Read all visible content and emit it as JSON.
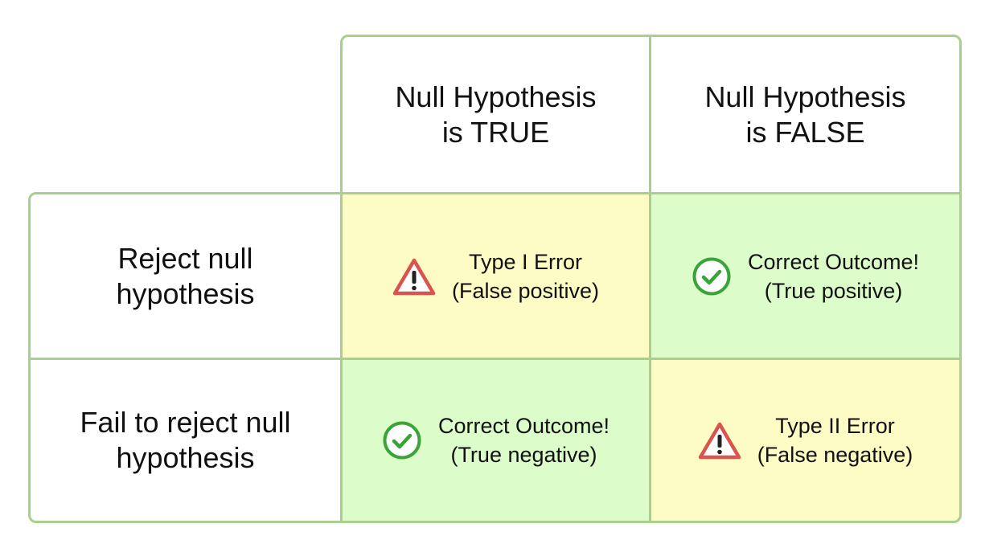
{
  "columns": [
    {
      "line1": "Null Hypothesis",
      "line2": "is TRUE"
    },
    {
      "line1": "Null Hypothesis",
      "line2": "is FALSE"
    }
  ],
  "rows": [
    {
      "line1": "Reject null",
      "line2": "hypothesis"
    },
    {
      "line1": "Fail to reject null",
      "line2": "hypothesis"
    }
  ],
  "cells": {
    "reject_true": {
      "title": "Type I Error",
      "subtitle": "(False positive)",
      "icon": "warning-icon",
      "color": "#fefcc5"
    },
    "reject_false": {
      "title": "Correct Outcome!",
      "subtitle": "(True positive)",
      "icon": "check-circle-icon",
      "color": "#dcfcc9"
    },
    "fail_true": {
      "title": "Correct Outcome!",
      "subtitle": "(True negative)",
      "icon": "check-circle-icon",
      "color": "#dcfcc9"
    },
    "fail_false": {
      "title": "Type II Error",
      "subtitle": "(False negative)",
      "icon": "warning-icon",
      "color": "#fefcc5"
    }
  },
  "colors": {
    "border": "#a9cf8c",
    "warning": "#d9534f",
    "check": "#3aa43a",
    "error_bg": "#fefcc5",
    "correct_bg": "#dcfcc9"
  }
}
